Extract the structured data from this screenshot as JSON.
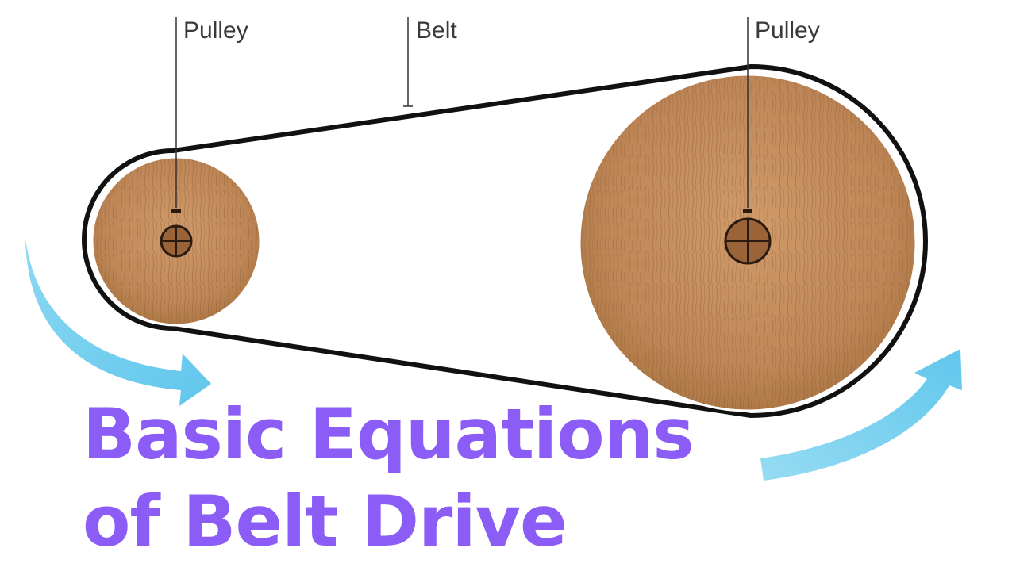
{
  "labels": {
    "pulley_left": "Pulley",
    "belt": "Belt",
    "pulley_right": "Pulley"
  },
  "title": {
    "line1": "Basic Equations",
    "line2": "of Belt Drive"
  },
  "colors": {
    "title": "#8b5cf6",
    "arrow": "#5ec8ec",
    "belt": "#111111",
    "wood": "#c08a5b",
    "wood_dark": "#8a5a33"
  },
  "icons": {
    "left_arrow": "rotation-arrow-icon",
    "right_arrow": "rotation-arrow-icon"
  }
}
